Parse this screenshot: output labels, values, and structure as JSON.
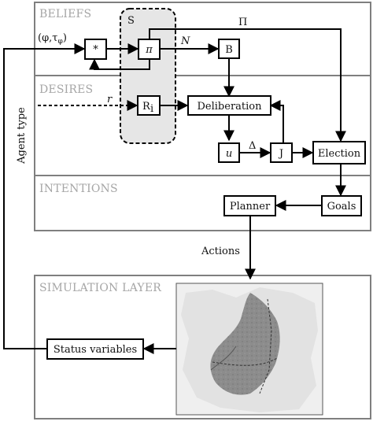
{
  "layers": {
    "beliefs": "BELIEFS",
    "desires": "DESIRES",
    "intentions": "INTENTIONS",
    "simulation": "SIMULATION  LAYER"
  },
  "group_s": {
    "label": "S"
  },
  "nodes": {
    "star": "*",
    "pi": "π",
    "b": "B",
    "ri": "R",
    "ri_sub": "i",
    "deliberation": "Deliberation",
    "u": "u",
    "j": "J",
    "election": "Election",
    "goals": "Goals",
    "planner": "Planner",
    "status": "Status variables"
  },
  "edge_labels": {
    "phi_input": "(φ,τ",
    "phi_sub": "φ",
    "phi_close": ")",
    "agent_type": "Agent type",
    "n": "N",
    "capital_pi": "Π",
    "r": "r",
    "delta": "Δ",
    "actions": "Actions"
  },
  "colors": {
    "layer_border": "#7f7f7f",
    "layer_label": "#a6a6a6",
    "group_fill": "#e6e6e6",
    "map_background": "#efefef",
    "map_urban": "#8c8c8c"
  }
}
